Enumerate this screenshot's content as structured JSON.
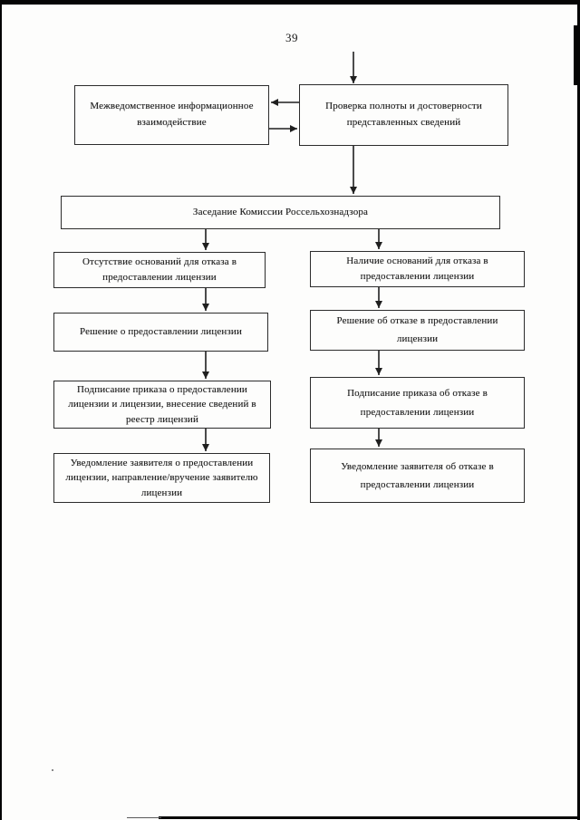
{
  "page": {
    "number": "39"
  },
  "flowchart": {
    "interagency": "Межведомственное информационное взаимодействие",
    "check": "Проверка полноты и достоверности представленных сведений",
    "commission": "Заседание Комиссии Россельхознадзора",
    "left_branch": [
      "Отсутствие оснований для отказа в предоставлении лицензии",
      "Решение о предоставлении лицензии",
      "Подписание приказа о предоставлении лицензии и лицензии, внесение сведений в реестр лицензий",
      "Уведомление заявителя о предоставлении лицензии, направление/вручение заявителю лицензии"
    ],
    "right_branch": [
      "Наличие оснований для отказа в предоставлении лицензии",
      "Решение об отказе в предоставлении лицензии",
      "Подписание приказа об отказе в предоставлении лицензии",
      "Уведомление заявителя об отказе в предоставлении лицензии"
    ]
  },
  "colors": {
    "box_border": "#2c2c2c",
    "text": "#1b1b1b",
    "scan_artifact": "#050505",
    "paper": "#fdfdfc"
  }
}
